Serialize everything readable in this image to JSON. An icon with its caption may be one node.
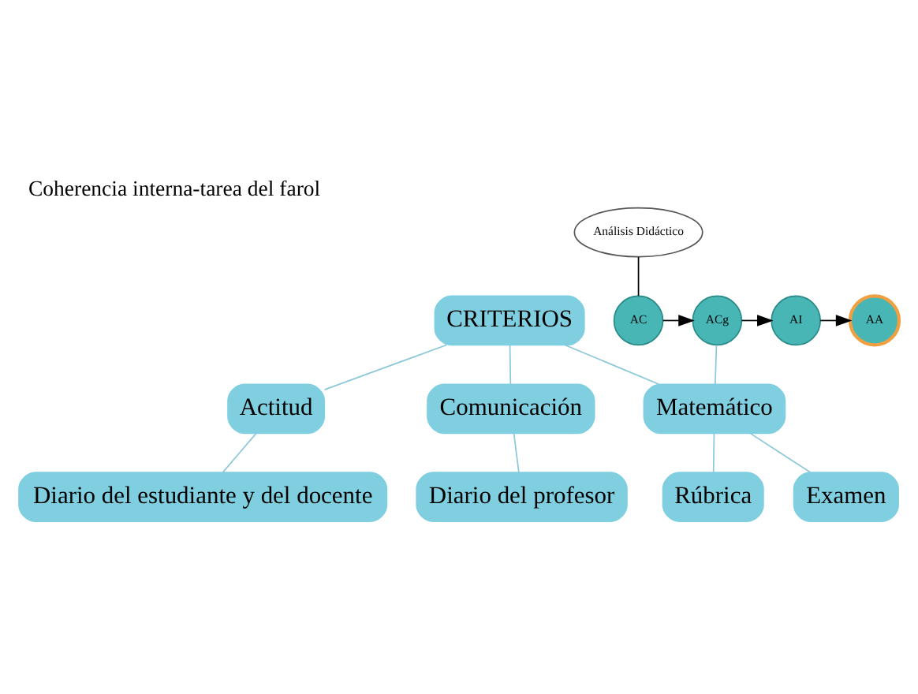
{
  "diagram": {
    "title": "Coherencia interna-tarea del farol",
    "nodes": [
      {
        "text": [
          "CRITERIOS"
        ]
      },
      {
        "text": [
          "Actitud"
        ]
      },
      {
        "text": [
          "Comunicación"
        ]
      },
      {
        "text": [
          "Matemático"
        ]
      },
      {
        "text": [
          "Diario del estudiante y del docente"
        ]
      },
      {
        "text": [
          "Diario del profesor"
        ]
      },
      {
        "text": [
          "Rúbrica"
        ]
      },
      {
        "text": [
          "Examen"
        ]
      },
      {
        "text": [
          "Análisis Didáctico"
        ]
      },
      {
        "text": [
          "AC"
        ]
      },
      {
        "text": [
          "ACg"
        ]
      },
      {
        "text": [
          "AI"
        ]
      },
      {
        "text": [
          "AA"
        ]
      }
    ],
    "edges": [
      {
        "from": 0,
        "to": 1,
        "arrow": "none"
      },
      {
        "from": 0,
        "to": 2,
        "arrow": "none"
      },
      {
        "from": 0,
        "to": 3,
        "arrow": "none"
      },
      {
        "from": 1,
        "to": 4,
        "arrow": "none"
      },
      {
        "from": 2,
        "to": 5,
        "arrow": "none"
      },
      {
        "from": 3,
        "to": 6,
        "arrow": "none"
      },
      {
        "from": 3,
        "to": 7,
        "arrow": "none"
      },
      {
        "from": 8,
        "to": 9,
        "arrow": "none",
        "color": "#000000"
      },
      {
        "from": 9,
        "to": 10,
        "arrow": "to",
        "color": "#000000"
      },
      {
        "from": 10,
        "to": 11,
        "arrow": "to",
        "color": "#000000"
      },
      {
        "from": 11,
        "to": 12,
        "arrow": "to",
        "color": "#000000"
      },
      {
        "from": 10,
        "to": 3,
        "arrow": "none"
      }
    ]
  }
}
